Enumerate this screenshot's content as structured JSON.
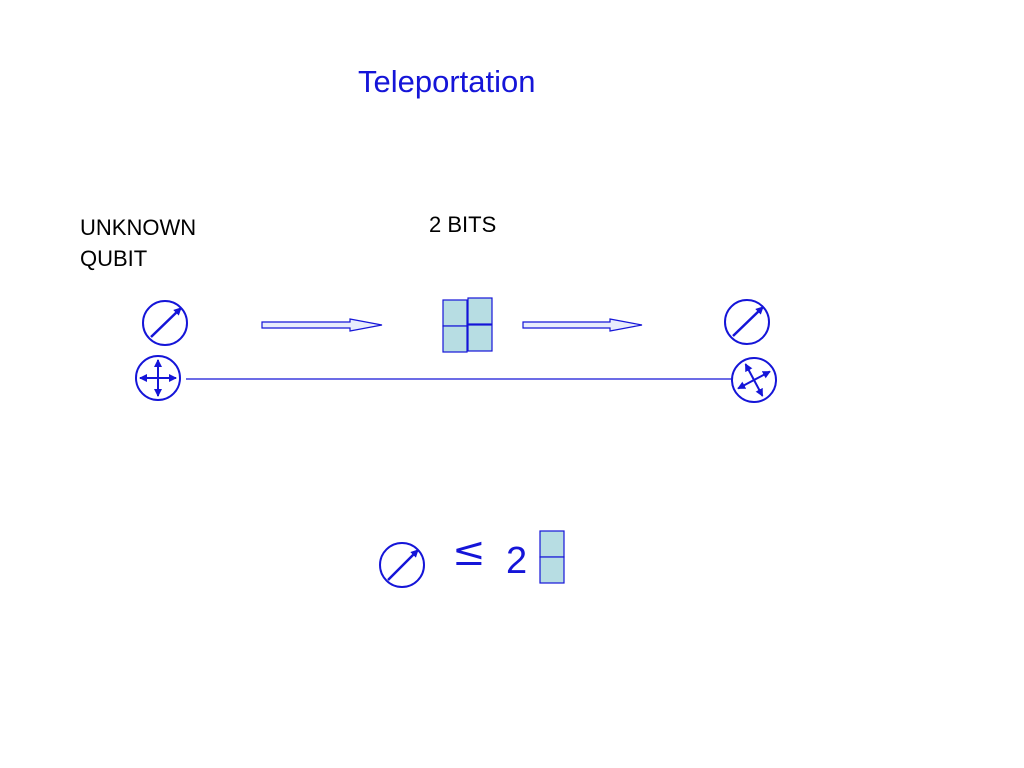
{
  "title": "Teleportation",
  "labels": {
    "unknown_line1": "UNKNOWN",
    "unknown_line2": "QUBIT",
    "bits": "2 BITS"
  },
  "equation": {
    "relation": "≤",
    "count": "2"
  },
  "colors": {
    "stroke": "#1515d8",
    "bit_fill": "#b7dde3",
    "text": "#000000"
  },
  "icons": {
    "qubit": "circle-arrow-icon",
    "entangled": "circle-four-arrows-icon",
    "bit": "square-cell-icon",
    "channel": "hollow-arrow-icon"
  }
}
